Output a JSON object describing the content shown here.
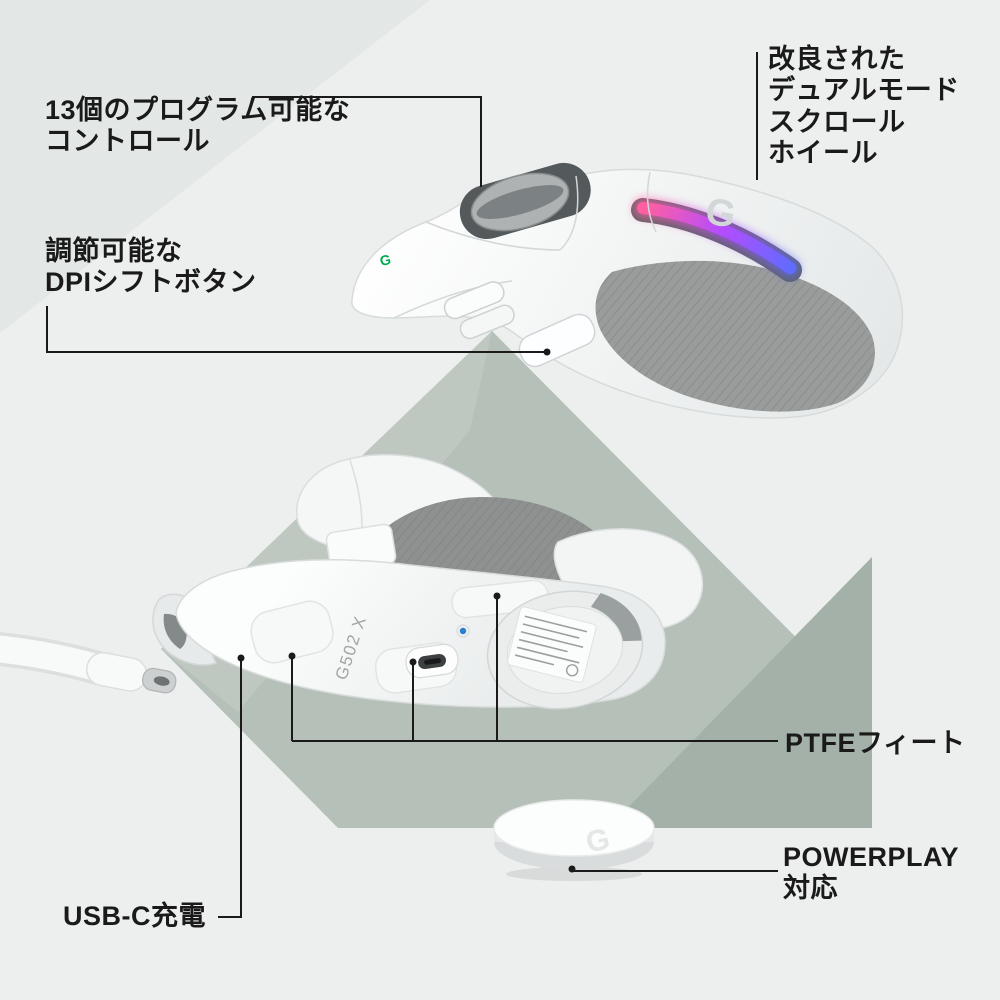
{
  "labels": {
    "programmable_controls": {
      "lines": [
        "13個のプログラム可能な",
        "コントロール"
      ]
    },
    "scroll_wheel": {
      "lines": [
        "改良された",
        "デュアルモード",
        "スクロール",
        "ホイール"
      ]
    },
    "dpi_shift": {
      "lines": [
        "調節可能な",
        "DPIシフトボタン"
      ]
    },
    "ptfe_feet": {
      "text": "PTFEフィート"
    },
    "powerplay": {
      "lines": [
        "POWERPLAY",
        "対応"
      ]
    },
    "usb_c": {
      "text": "USB-C充電"
    }
  },
  "product": {
    "bottom_label": "G502 X",
    "logo_glyph": "G"
  },
  "colors": {
    "text": "#1a1a1a",
    "callout_line": "#1a1a1a",
    "background": "#edefee",
    "background_corner": "#e3e7e6",
    "sage": "#b5c0b8",
    "sage_dark": "#a3b1a9",
    "logo_green": "#00a94f",
    "led_blue": "#2a7fd0",
    "rgb_strip": [
      "#ff5fa2",
      "#b44cff",
      "#5f6cff"
    ]
  }
}
